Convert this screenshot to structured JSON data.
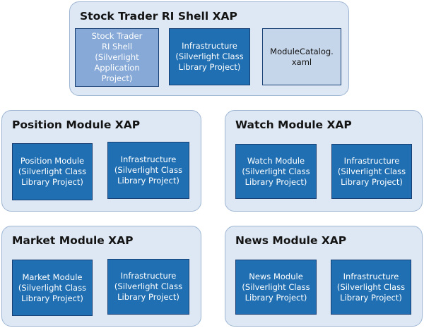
{
  "diagram": {
    "shell": {
      "title": "Stock Trader RI Shell XAP",
      "modules": [
        {
          "text": "Stock Trader\nRI Shell (Silverlight\nApplication\nProject)"
        },
        {
          "text": "Infrastructure\n(Silverlight Class\nLibrary Project)"
        },
        {
          "text": "ModuleCatalog.\nxaml"
        }
      ]
    },
    "position": {
      "title": "Position Module XAP",
      "modules": [
        {
          "text": "Position Module\n(Silverlight Class\nLibrary Project)"
        },
        {
          "text": "Infrastructure\n(Silverlight Class\nLibrary Project)"
        }
      ]
    },
    "watch": {
      "title": "Watch Module XAP",
      "modules": [
        {
          "text": "Watch Module\n(Silverlight Class\nLibrary Project)"
        },
        {
          "text": "Infrastructure\n(Silverlight Class\nLibrary Project)"
        }
      ]
    },
    "market": {
      "title": "Market Module XAP",
      "modules": [
        {
          "text": "Market Module\n(Silverlight Class\nLibrary Project)"
        },
        {
          "text": "Infrastructure\n(Silverlight Class\nLibrary Project)"
        }
      ]
    },
    "news": {
      "title": "News Module XAP",
      "modules": [
        {
          "text": "News Module\n(Silverlight Class\nLibrary Project)"
        },
        {
          "text": "Infrastructure\n(Silverlight Class\nLibrary Project)"
        }
      ]
    }
  }
}
